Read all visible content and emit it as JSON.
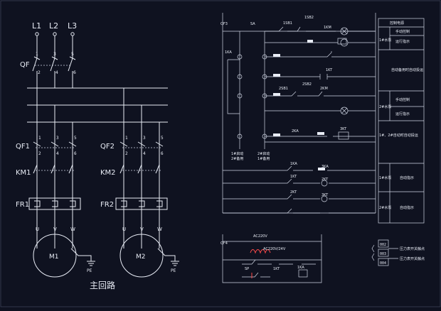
{
  "colors": {
    "background": "#0f1220",
    "wire": "#e8ecf5",
    "accent": "#ff4a4a"
  },
  "main_circuit": {
    "phases": [
      "L1",
      "L2",
      "L3"
    ],
    "labels": {
      "qf": "QF",
      "qf1": "QF1",
      "qf2": "QF2",
      "km1": "KM1",
      "km2": "KM2",
      "fr1": "FR1",
      "fr2": "FR2"
    },
    "terminals_top": [
      "1",
      "3",
      "5"
    ],
    "terminals_bottom": [
      "2",
      "4",
      "6"
    ],
    "motor_terminals": [
      "U",
      "V",
      "W"
    ],
    "motors": [
      "M1",
      "M2"
    ],
    "ground": "PE",
    "caption": "主回路"
  },
  "control_circuit": {
    "source": "QF3",
    "switch": "SA",
    "left_labels": [
      "1KA",
      "1#启动",
      "2#备用"
    ],
    "right_labels": [
      "2#启动",
      "1#备用"
    ],
    "top_row": [
      "1SB1",
      "1SB2",
      "1KM"
    ],
    "row_labels": [
      "1KT",
      "2SB1",
      "2SB2",
      "2KM",
      "2KA",
      "3KT",
      "1KA",
      "1KT",
      "2KT",
      "3KA",
      "2KT",
      "3KT"
    ],
    "legend": {
      "header": "控制电源",
      "items": [
        "手动控制",
        "运行指示",
        "1#水泵",
        "自动备用时自动投运",
        "手动控制",
        "运行指示",
        "2#水泵",
        "1#、2#自动时自动投运",
        "1#水泵",
        "自动指示",
        "2#水泵",
        "自动指示"
      ]
    }
  },
  "aux_circuit": {
    "voltage": "AC220V",
    "transformer": "AC220V/24V",
    "labels": [
      "QF4",
      "SP",
      "1KT",
      "1KA"
    ],
    "terminals": [
      "002",
      "003",
      "004"
    ],
    "legend": [
      "压力表开关触点",
      "压力表开关触点"
    ]
  }
}
